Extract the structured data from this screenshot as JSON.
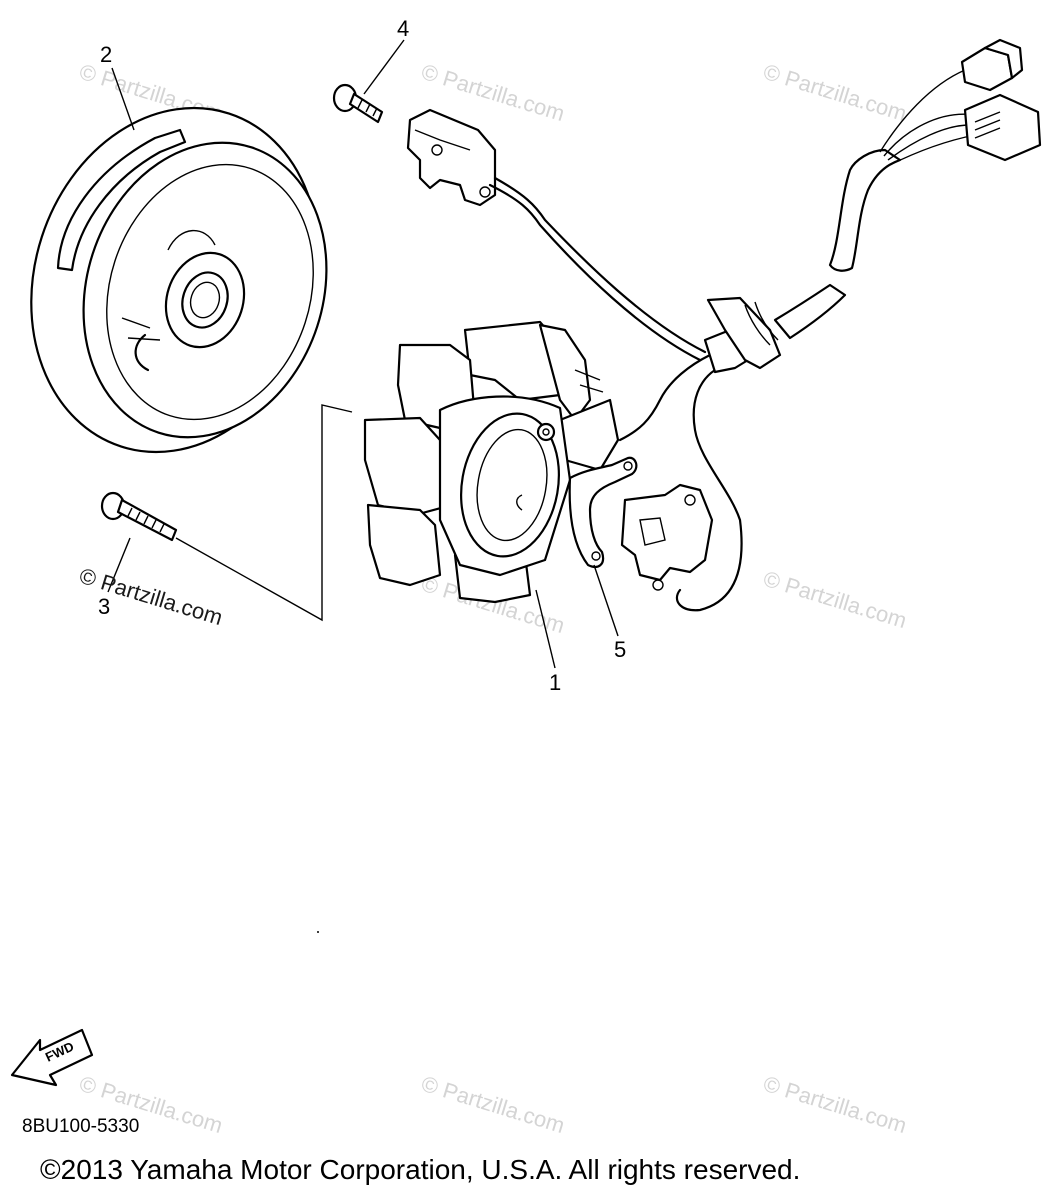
{
  "callouts": {
    "stator": "1",
    "rotor": "2",
    "bolt_long": "3",
    "screw_short": "4",
    "clamp": "5"
  },
  "watermark": "© Partzilla.com",
  "fwd_label": "FWD",
  "diagram_code": "8BU100-5330",
  "copyright": "©2013  Yamaha Motor Corporation, U.S.A. All rights reserved."
}
